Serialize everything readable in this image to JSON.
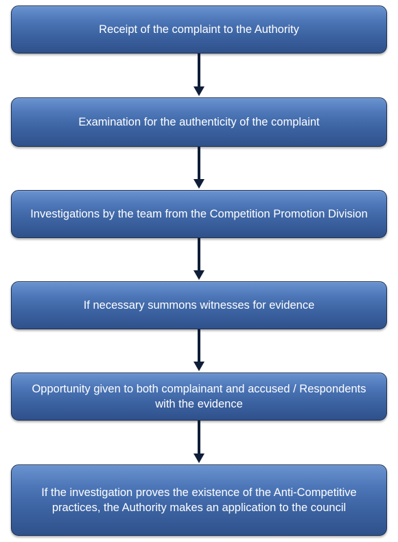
{
  "flowchart": {
    "steps": [
      {
        "label": "Receipt of the complaint to the Authority"
      },
      {
        "label": "Examination for the authenticity of the complaint"
      },
      {
        "label": "Investigations by the team from the Competition Promotion Division"
      },
      {
        "label": "If necessary summons witnesses for evidence"
      },
      {
        "label": "Opportunity given to both complainant and accused / Respondents with the evidence"
      },
      {
        "label": "If the investigation proves the existence of the Anti-Competitive practices, the Authority makes an application to the council"
      }
    ],
    "colors": {
      "box_fill_top": "#6a93d0",
      "box_fill_bottom": "#2f518b",
      "box_border": "#1c2f52",
      "arrow": "#0f1e38",
      "text": "#ffffff"
    }
  }
}
